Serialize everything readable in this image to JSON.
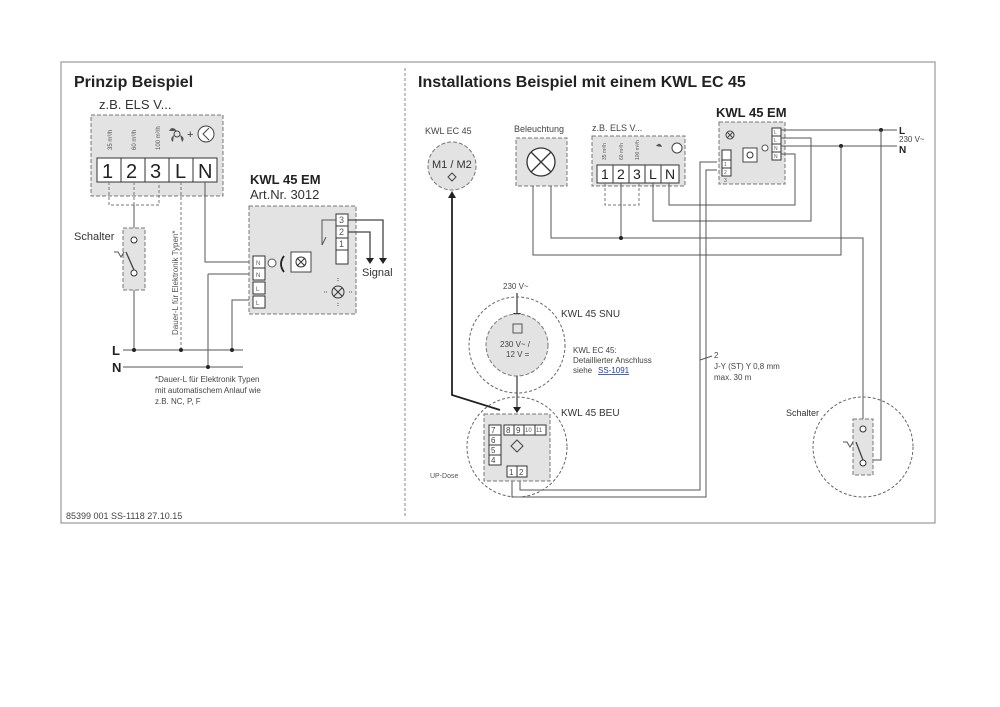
{
  "left": {
    "title": "Prinzip Beispiel",
    "controller_label": "z.B. ELS V...",
    "speeds": [
      "35 m³/h",
      "60 m³/h",
      "100 m³/h"
    ],
    "terminals": [
      "1",
      "2",
      "3",
      "L",
      "N"
    ],
    "switch_label": "Schalter",
    "dauer_label": "Dauer-L für Elektronik Typen*",
    "device_title": "KWL 45 EM",
    "device_art": "Art.Nr. 3012",
    "device_terminals": [
      "N",
      "N",
      "L",
      "L"
    ],
    "relay_terminals": [
      "3",
      "2",
      "1"
    ],
    "signal_label": "Signal",
    "bus_L": "L",
    "bus_N": "N",
    "footnote": [
      "*Dauer-L für Elektronik Typen",
      "mit automatischem Anlauf wie",
      "z.B. NC, P, F"
    ],
    "doc_code": "85399 001   SS-1118   27.10.15"
  },
  "right": {
    "title": "Installations Beispiel mit einem KWL EC 45",
    "fan_label": "KWL EC 45",
    "fan_inner": "M1 / M2",
    "light_label": "Beleuchtung",
    "controller_label": "z.B. ELS V...",
    "speeds": [
      "35 m³/h",
      "60 m³/h",
      "100 m³/h"
    ],
    "terminals": [
      "1",
      "2",
      "3",
      "L",
      "N"
    ],
    "em_title": "KWL 45 EM",
    "em_terminals": [
      "L",
      "L",
      "N",
      "N"
    ],
    "em_relay_terminals": [
      "1",
      "2",
      "3"
    ],
    "mains_L": "L",
    "mains_voltage": "230 V~",
    "mains_N": "N",
    "snu_input": "230 V~",
    "snu_title": "KWL 45 SNU",
    "snu_inner": [
      "230 V~ /",
      "12 V ="
    ],
    "note": [
      "KWL EC 45:",
      "Detaillierter Anschluss",
      "siehe"
    ],
    "note_link": "SS-1091",
    "cable": [
      "2",
      "J-Y (ST) Y 0,8 mm",
      "max. 30 m"
    ],
    "beu_title": "KWL 45 BEU",
    "beu_left_terminals": [
      "7",
      "6",
      "5",
      "4"
    ],
    "beu_top_terminals": [
      "8",
      "9",
      "10",
      "11"
    ],
    "beu_bottom_terminals": [
      "1",
      "2"
    ],
    "updose_label": "UP-Dose",
    "switch_label": "Schalter"
  }
}
